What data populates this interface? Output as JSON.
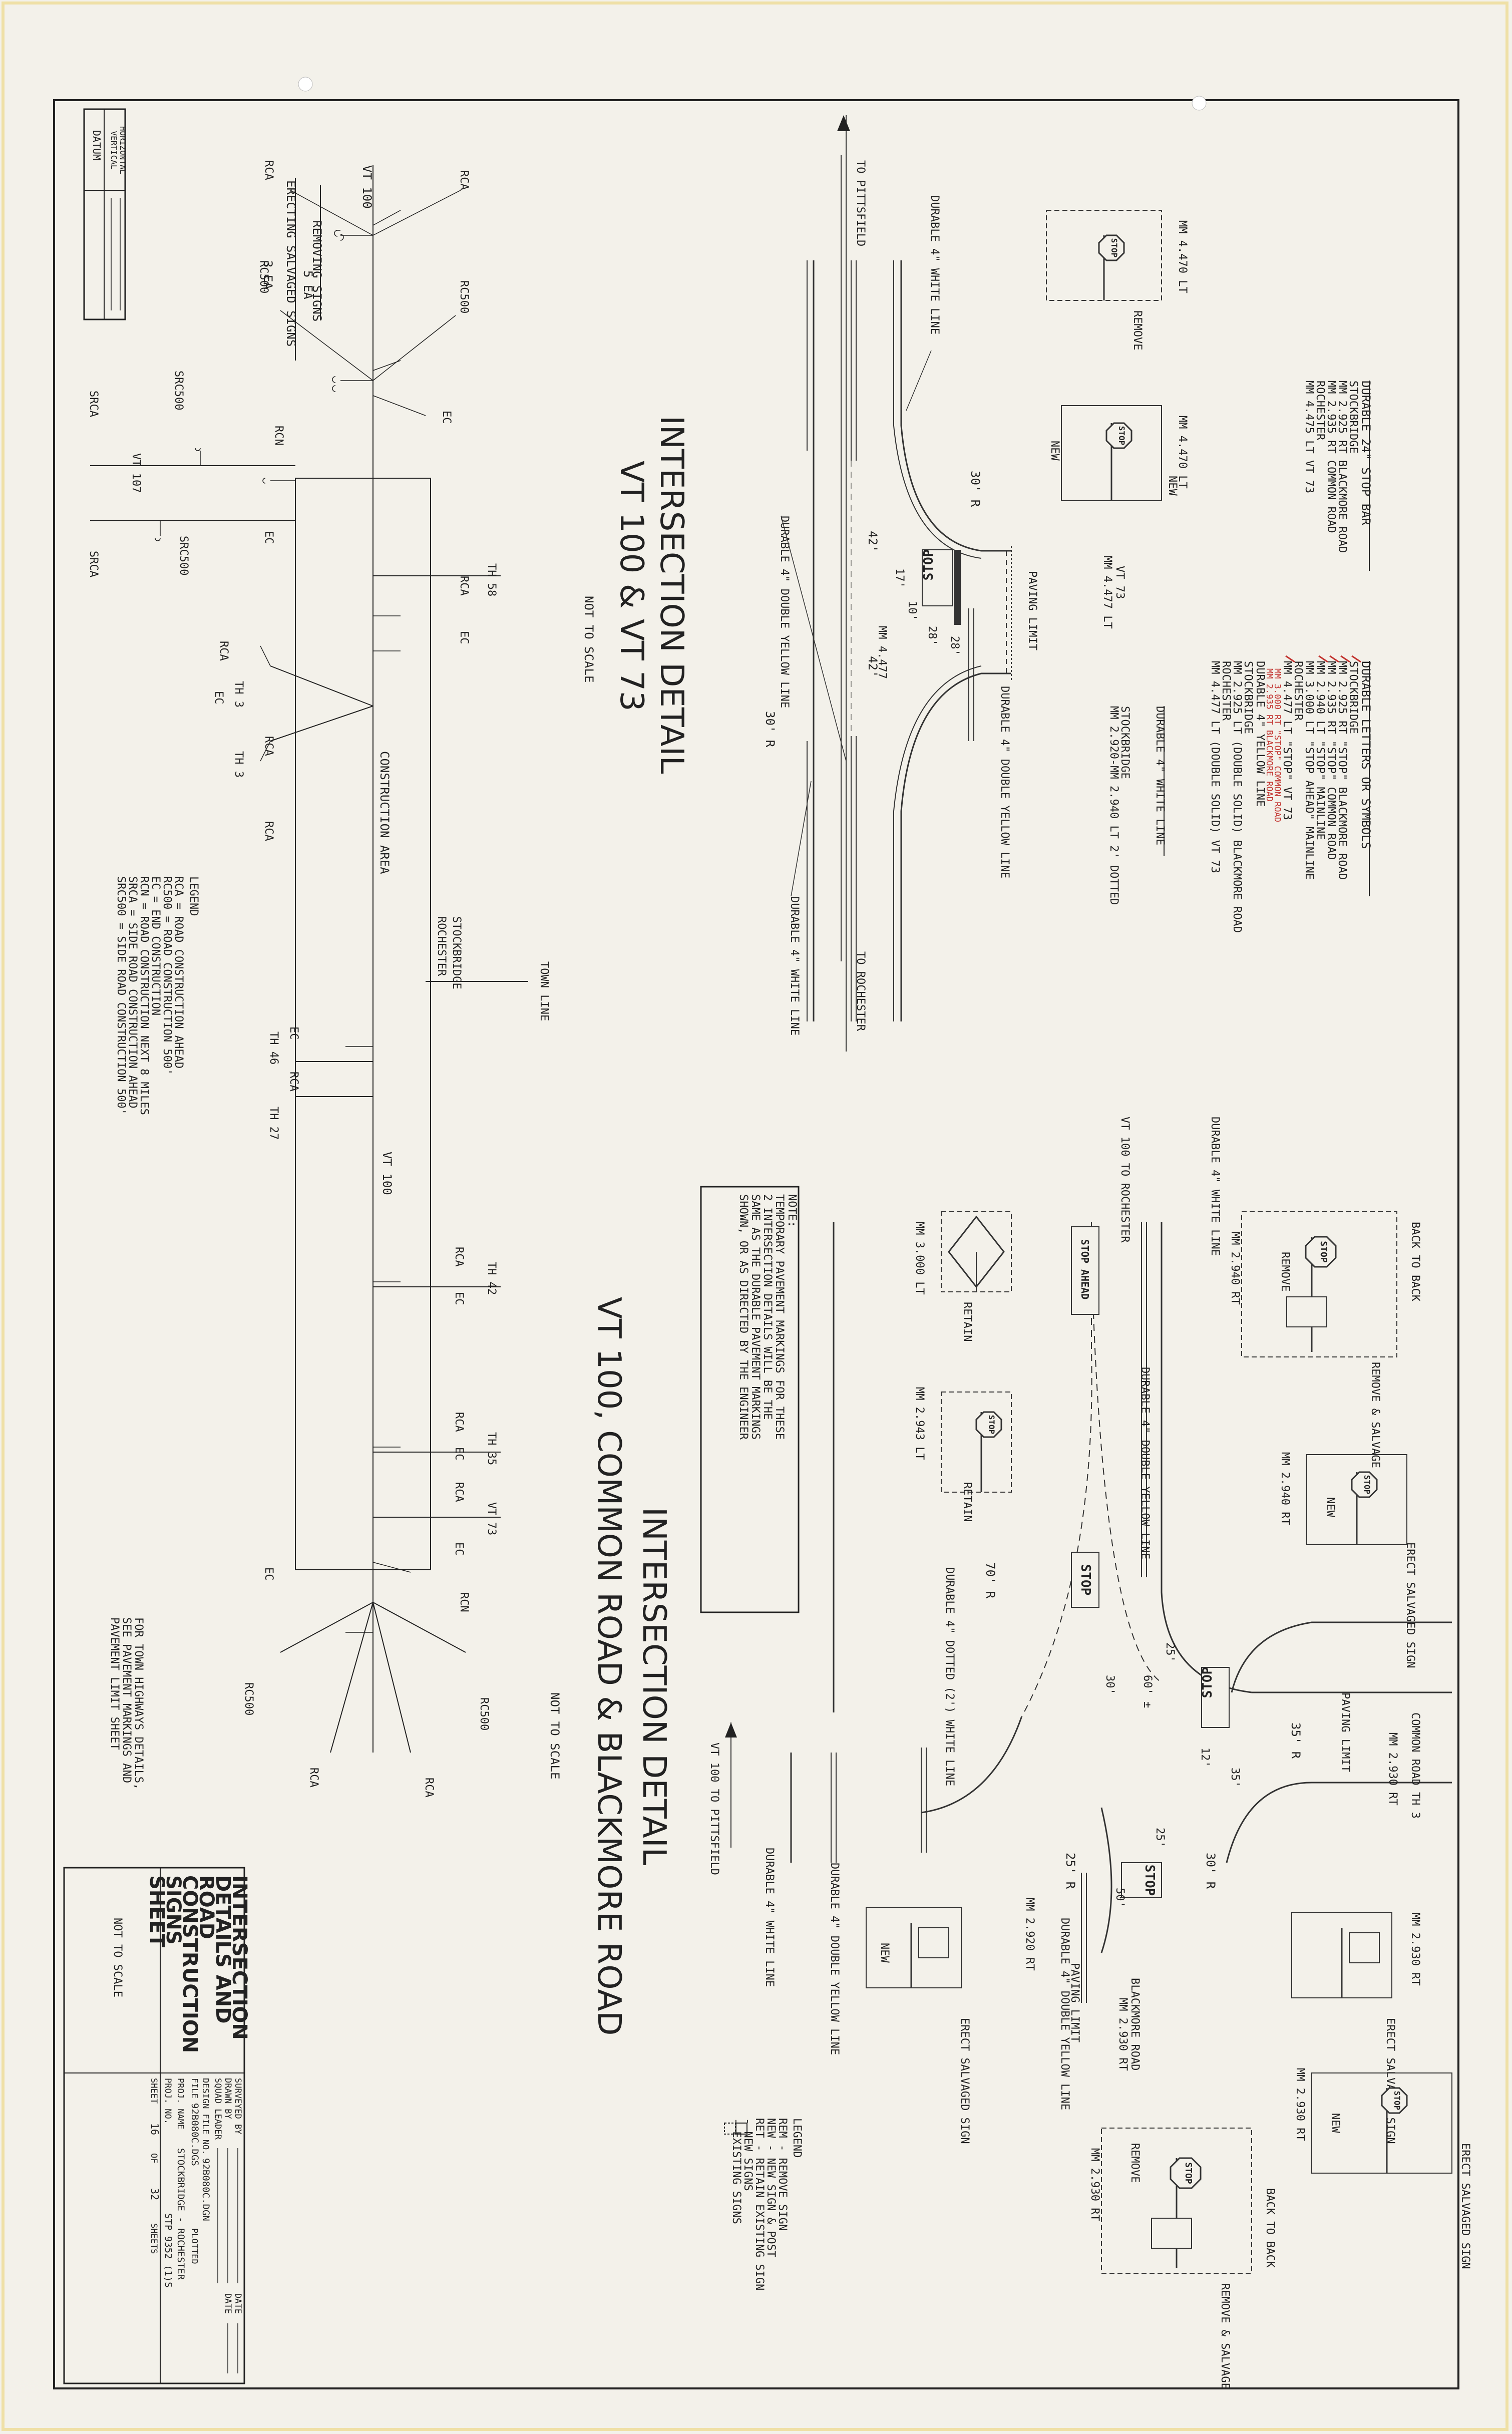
{
  "quantities": {
    "removing_signs": "REMOVING SIGNS",
    "removing_count": "5 EA",
    "erecting_signs": "ERECTING SALVAGED SIGNS",
    "erecting_count": "3 EA"
  },
  "stop_bar_table": {
    "title": "DURABLE 24\" STOP BAR",
    "rows": [
      "STOCKBRIDGE",
      "MM 2.925 RT BLACKMORE ROAD",
      "MM 2.935 RT COMMON ROAD",
      "ROCHESTER",
      "MM 4.475 LT VT 73"
    ]
  },
  "letters_table": {
    "title": "DURABLE LETTERS OR SYMBOLS",
    "rows": [
      "STOCKBRIDGE",
      "MM 2.925 RT \"STOP\" BLACKMORE ROAD",
      "MM 2.935 RT \"STOP\" COMMON ROAD",
      "MM 2.940 LT \"STOP\" MAINLINE",
      "MM 3.000 LT \"STOP AHEAD\" MAINLINE",
      "ROCHESTER",
      "MM 4.477 LT \"STOP\" VT 73"
    ],
    "red_rows": [
      "MM 3.000 RT \"STOP\" COMMON ROAD",
      "MM 2.935 RT BLACKMORE ROAD"
    ]
  },
  "yellow_table": {
    "title": "DURABLE 4\" YELLOW LINE",
    "rows": [
      "STOCKBRIDGE",
      "MM 2.925 LT (DOUBLE SOLID) BLACKMORE ROAD",
      "ROCHESTER",
      "MM 4.477 LT (DOUBLE SOLID) VT 73"
    ]
  },
  "white_table": {
    "title": "DURABLE 4\" WHITE LINE",
    "rows": [
      "STOCKBRIDGE",
      "MM 2.920-MM 2.940 LT 2' DOTTED"
    ]
  },
  "datum": {
    "title": "DATUM",
    "vertical": "VERTICAL",
    "horizontal": "HORIZONTAL"
  },
  "detail1": {
    "title_line1": "INTERSECTION DETAIL",
    "title_line2": "VT 100 & VT 73",
    "scale": "NOT TO SCALE",
    "to_pittsfield": "TO PITTSFIELD",
    "to_rochester": "TO ROCHESTER",
    "white_line": "DURABLE 4\" WHITE LINE",
    "double_yellow": "DURABLE 4\" DOUBLE YELLOW LINE",
    "mm4470": "MM 4.470 LT",
    "remove": "REMOVE",
    "new": "NEW",
    "vt73": "VT 73",
    "mm4477lt": "MM 4.477 LT",
    "mm4477": "MM 4.477",
    "paving_limit": "PAVING LIMIT",
    "r30": "30' R",
    "d42": "42'",
    "d17": "17'",
    "d28": "28'",
    "d10": "10'",
    "stop": "STOP"
  },
  "diagram": {
    "vt100": "VT 100",
    "vt107": "VT 107",
    "construction_area": "CONSTRUCTION AREA",
    "town_line": "TOWN LINE",
    "stockbridge": "STOCKBRIDGE",
    "rochester": "ROCHESTER",
    "rca": "RCA",
    "rc500": "RC500",
    "ec": "EC",
    "rcn": "RCN",
    "srca": "SRCA",
    "src500": "SRC500",
    "th58": "TH 58",
    "th3": "TH 3",
    "th46": "TH 46",
    "th27": "TH 27",
    "th42": "TH 42",
    "th35": "TH 35",
    "vt73": "VT 73",
    "town_note": [
      "FOR TOWN HIGHWAYS DETAILS,",
      "SEE PAVEMENT MARKINGS AND",
      "PAVEMENT LIMIT SHEET"
    ]
  },
  "legend1": {
    "title": "LEGEND",
    "rows": [
      "RCA    = ROAD CONSTRUCTION AHEAD",
      "RC500  = ROAD CONSTRUCTION 500'",
      "EC     = END CONSTRUCTION",
      "RCN    = ROAD CONSTRUCTION NEXT 8 MILES",
      "SRCA   = SIDE ROAD CONSTRUCTION AHEAD",
      "SRC500 = SIDE ROAD CONSTRUCTION 500'"
    ]
  },
  "note": {
    "title": "NOTE:",
    "lines": [
      "TEMPORARY PAVEMENT MARKINGS FOR THESE",
      "2 INTERSECTION DETAILS WILL BE THE",
      "SAME AS THE DURABLE PAVEMENT MARKINGS",
      "SHOWN, OR AS DIRECTED BY THE ENGINEER"
    ]
  },
  "detail2": {
    "title_line1": "INTERSECTION DETAIL",
    "title_line2": "VT 100, COMMON ROAD & BLACKMORE ROAD",
    "scale": "NOT TO SCALE",
    "vt100_to_rochester": "VT 100 TO ROCHESTER",
    "vt100_to_pittsfield": "VT 100 TO PITTSFIELD",
    "white_line": "DURABLE 4\" WHITE LINE",
    "double_yellow": "DURABLE 4\" DOUBLE YELLOW LINE",
    "dotted_white": "DURABLE 4\" DOTTED (2') WHITE LINE",
    "back_to_back": "BACK TO BACK",
    "remove": "REMOVE",
    "remove_salvage": "REMOVE & SALVAGE",
    "retain": "RETAIN",
    "new": "NEW",
    "erect_salvaged": "ERECT SALVAGED SIGN",
    "mm2940rt": "MM 2.940 RT",
    "mm3000lt": "MM 3.000 LT",
    "mm2943lt": "MM 2.943 LT",
    "mm2930rt": "MM 2.930 RT",
    "mm2920rt": "MM 2.920 RT",
    "common_road": "COMMON ROAD TH 3",
    "blackmore_road": "BLACKMORE ROAD",
    "paving_limit": "PAVING LIMIT",
    "r35": "35' R",
    "r30": "30' R",
    "r25": "25' R",
    "r70": "70' R",
    "d25": "25'",
    "d30": "30'",
    "d12": "12'",
    "d35": "35'",
    "d50": "50'",
    "d60": "60' ±",
    "stop": "STOP",
    "stop_ahead": "STOP AHEAD"
  },
  "legend2": {
    "title": "LEGEND",
    "rows": [
      "REM  - REMOVE SIGN",
      "NEW  - NEW SIGN & POST",
      "RET  - RETAIN EXISTING SIGN",
      "     - NEW SIGNS",
      "     - EXISTING SIGNS"
    ]
  },
  "title_block": {
    "title": [
      "INTERSECTION",
      "DETAILS AND",
      "ROAD",
      "CONSTRUCTION",
      "SIGNS",
      "SHEET"
    ],
    "scale": "NOT TO SCALE",
    "surveyed_by": "SURVEYED BY",
    "drawn_by": "DRAWN BY",
    "squad_leader": "SQUAD LEADER",
    "design_file": "DESIGN FILE NO.",
    "design_file_value": "92B080C.DGN",
    "file": "FILE",
    "file_value": "92B080C.DGS",
    "plotted": "PLOTTED",
    "date": "DATE",
    "proj_name": "PROJ. NAME",
    "proj_name_value": "STOCKBRIDGE - ROCHESTER",
    "proj_no": "PROJ. NO.",
    "proj_no_value": "STP 9352 (1)S",
    "sheet": "SHEET",
    "sheet_no": "16",
    "of": "OF",
    "sheets_total": "32",
    "sheets": "SHEETS"
  }
}
